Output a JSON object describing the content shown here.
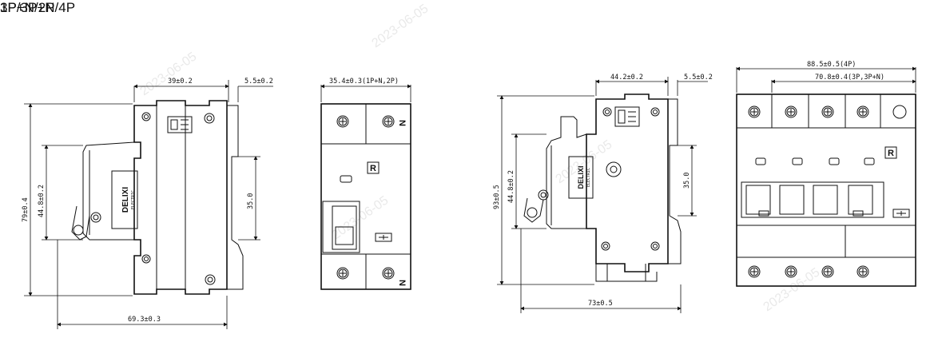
{
  "headings": {
    "left": "1P+N/2P",
    "right": "3P/3P+N/4P"
  },
  "dims_2p": {
    "top_width": "39±0.2",
    "top_right": "5.5±0.2",
    "height_total": "79±0.4",
    "height_inner": "44.8±0.2",
    "rail": "35.0",
    "bottom_width": "69.3±0.3",
    "front_width": "35.4±0.3(1P+N,2P)"
  },
  "dims_4p": {
    "top_width": "44.2±0.2",
    "top_right": "5.5±0.2",
    "height_total": "93±0.5",
    "height_inner": "44.8±0.2",
    "rail": "35.0",
    "bottom_width": "73±0.5",
    "front_width_4p": "88.5±0.5(4P)",
    "front_width_3p": "70.8±0.4(3P,3P+N)"
  },
  "brand": {
    "logo": "DELIXI",
    "sub": "ELECTRIC",
    "r_mark": "R",
    "n_mark": "N"
  },
  "watermark": "2023-06-05"
}
